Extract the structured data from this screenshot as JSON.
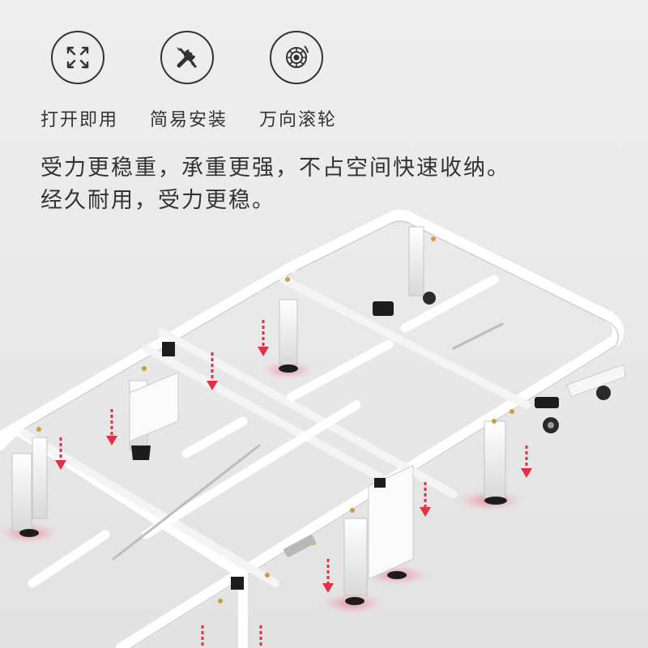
{
  "features": [
    {
      "icon": "expand-arrows-icon",
      "label": "打开即用"
    },
    {
      "icon": "wrench-screwdriver-icon",
      "label": "简易安装"
    },
    {
      "icon": "caster-wheel-icon",
      "label": "万向滚轮"
    }
  ],
  "description": {
    "line1": "受力更稳重，承重更强，不占空间快速收纳。",
    "line2": "经久耐用，受力更稳。"
  },
  "colors": {
    "text": "#333333",
    "frame": "#ffffff",
    "accent_arrow": "#e0304a"
  }
}
